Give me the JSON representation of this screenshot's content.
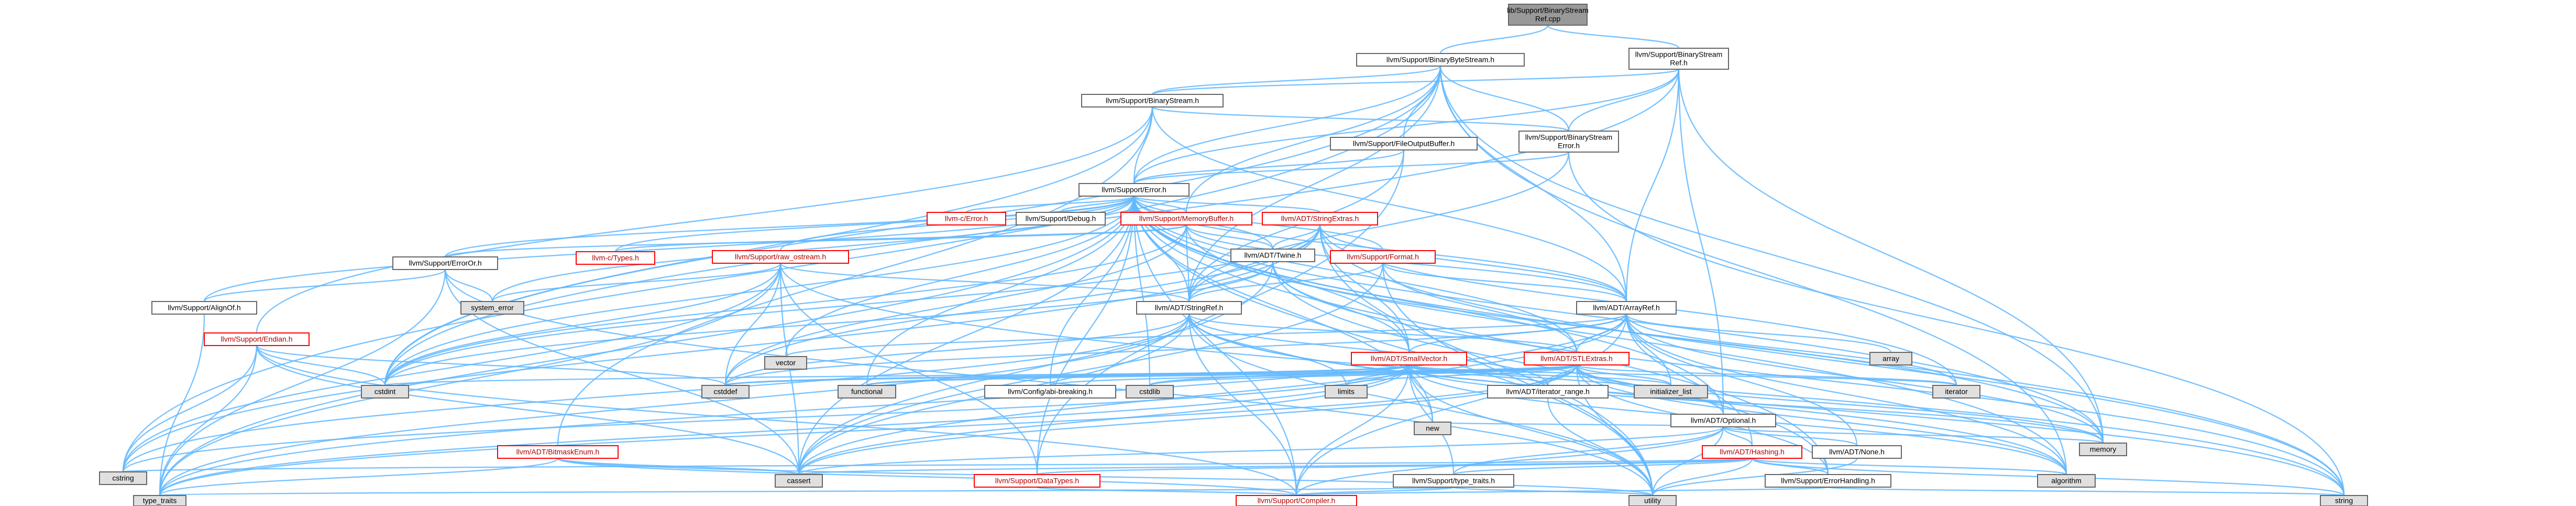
{
  "colors": {
    "edge": "#63b8ff",
    "node_fill": "#ffffff",
    "node_border": "#666666",
    "root_fill": "#999999",
    "system_fill": "#e0e0e0",
    "incomplete_border": "#ff0000"
  },
  "nodes": [
    {
      "id": "root",
      "lines": [
        "lib/Support/BinaryStream",
        "Ref.cpp"
      ],
      "kind": "root"
    },
    {
      "id": "bytestream",
      "lines": [
        "llvm/Support/BinaryByteStream.h"
      ],
      "kind": "normal"
    },
    {
      "id": "streamref",
      "lines": [
        "llvm/Support/BinaryStream",
        "Ref.h"
      ],
      "kind": "normal"
    },
    {
      "id": "binarystream",
      "lines": [
        "llvm/Support/BinaryStream.h"
      ],
      "kind": "normal"
    },
    {
      "id": "streamerror",
      "lines": [
        "llvm/Support/BinaryStream",
        "Error.h"
      ],
      "kind": "normal"
    },
    {
      "id": "fileoutbuf",
      "lines": [
        "llvm/Support/FileOutputBuffer.h"
      ],
      "kind": "normal"
    },
    {
      "id": "error",
      "lines": [
        "llvm/Support/Error.h"
      ],
      "kind": "normal"
    },
    {
      "id": "cerror",
      "lines": [
        "llvm-c/Error.h"
      ],
      "kind": "red"
    },
    {
      "id": "debug",
      "lines": [
        "llvm/Support/Debug.h"
      ],
      "kind": "normal"
    },
    {
      "id": "memorybuffer",
      "lines": [
        "llvm/Support/MemoryBuffer.h"
      ],
      "kind": "red"
    },
    {
      "id": "stringextras",
      "lines": [
        "llvm/ADT/StringExtras.h"
      ],
      "kind": "red"
    },
    {
      "id": "errorort",
      "lines": [
        "llvm/Support/ErrorOr.h"
      ],
      "kind": "normal"
    },
    {
      "id": "ctypes",
      "lines": [
        "llvm-c/Types.h"
      ],
      "kind": "red"
    },
    {
      "id": "rawostream",
      "lines": [
        "llvm/Support/raw_ostream.h"
      ],
      "kind": "red"
    },
    {
      "id": "twine",
      "lines": [
        "llvm/ADT/Twine.h"
      ],
      "kind": "normal"
    },
    {
      "id": "format",
      "lines": [
        "llvm/Support/Format.h"
      ],
      "kind": "red"
    },
    {
      "id": "alignof",
      "lines": [
        "llvm/Support/AlignOf.h"
      ],
      "kind": "normal"
    },
    {
      "id": "systemerror",
      "lines": [
        "system_error"
      ],
      "kind": "system"
    },
    {
      "id": "stringref",
      "lines": [
        "llvm/ADT/StringRef.h"
      ],
      "kind": "normal"
    },
    {
      "id": "arrayref",
      "lines": [
        "llvm/ADT/ArrayRef.h"
      ],
      "kind": "normal"
    },
    {
      "id": "endian",
      "lines": [
        "llvm/Support/Endian.h"
      ],
      "kind": "red"
    },
    {
      "id": "vector",
      "lines": [
        "vector"
      ],
      "kind": "system"
    },
    {
      "id": "smallvector",
      "lines": [
        "llvm/ADT/SmallVector.h"
      ],
      "kind": "red"
    },
    {
      "id": "stlextras",
      "lines": [
        "llvm/ADT/STLExtras.h"
      ],
      "kind": "red"
    },
    {
      "id": "array",
      "lines": [
        "array"
      ],
      "kind": "system"
    },
    {
      "id": "cstdint",
      "lines": [
        "cstdint"
      ],
      "kind": "system"
    },
    {
      "id": "cstddef",
      "lines": [
        "cstddef"
      ],
      "kind": "system"
    },
    {
      "id": "functional",
      "lines": [
        "functional"
      ],
      "kind": "system"
    },
    {
      "id": "databreaking",
      "lines": [
        "llvm/Config/abi-breaking.h"
      ],
      "kind": "normal"
    },
    {
      "id": "cstdlib",
      "lines": [
        "cstdlib"
      ],
      "kind": "system"
    },
    {
      "id": "limits",
      "lines": [
        "limits"
      ],
      "kind": "system"
    },
    {
      "id": "iteratorrange",
      "lines": [
        "llvm/ADT/iterator_range.h"
      ],
      "kind": "normal"
    },
    {
      "id": "initlist",
      "lines": [
        "initializer_list"
      ],
      "kind": "system"
    },
    {
      "id": "iterator",
      "lines": [
        "iterator"
      ],
      "kind": "system"
    },
    {
      "id": "optional",
      "lines": [
        "llvm/ADT/Optional.h"
      ],
      "kind": "normal"
    },
    {
      "id": "new",
      "lines": [
        "new"
      ],
      "kind": "system"
    },
    {
      "id": "bitmaskenum",
      "lines": [
        "llvm/ADT/BitmaskEnum.h"
      ],
      "kind": "red"
    },
    {
      "id": "hashing",
      "lines": [
        "llvm/ADT/Hashing.h"
      ],
      "kind": "red"
    },
    {
      "id": "none",
      "lines": [
        "llvm/ADT/None.h"
      ],
      "kind": "normal"
    },
    {
      "id": "memory",
      "lines": [
        "memory"
      ],
      "kind": "system"
    },
    {
      "id": "cstring",
      "lines": [
        "cstring"
      ],
      "kind": "system"
    },
    {
      "id": "cassert",
      "lines": [
        "cassert"
      ],
      "kind": "system"
    },
    {
      "id": "datatypes",
      "lines": [
        "llvm/Support/DataTypes.h"
      ],
      "kind": "red"
    },
    {
      "id": "typetraitsllvm",
      "lines": [
        "llvm/Support/type_traits.h"
      ],
      "kind": "normal"
    },
    {
      "id": "errorhandling",
      "lines": [
        "llvm/Support/ErrorHandling.h"
      ],
      "kind": "normal"
    },
    {
      "id": "algorithm",
      "lines": [
        "algorithm"
      ],
      "kind": "system"
    },
    {
      "id": "typetraits",
      "lines": [
        "type_traits"
      ],
      "kind": "system"
    },
    {
      "id": "compiler",
      "lines": [
        "llvm/Support/Compiler.h"
      ],
      "kind": "red"
    },
    {
      "id": "utility",
      "lines": [
        "utility"
      ],
      "kind": "system"
    },
    {
      "id": "string",
      "lines": [
        "string"
      ],
      "kind": "system"
    }
  ]
}
